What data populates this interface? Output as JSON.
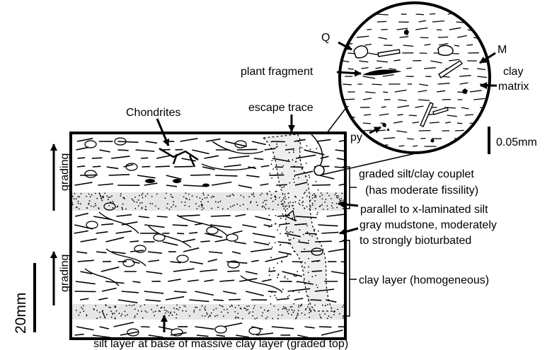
{
  "labels": {
    "q": "Q",
    "m": "M",
    "plant_fragment": "plant fragment",
    "clay_matrix_line1": "clay",
    "clay_matrix_line2": "matrix",
    "escape_trace": "escape trace",
    "chondrites": "Chondrites",
    "py": "py",
    "micro_scale": "0.05mm",
    "grading_upper": "grading",
    "grading_lower": "grading",
    "graded_couplet": "graded silt/clay couplet",
    "fissility": "(has moderate fissility)",
    "parallel_silt": "parallel to x-laminated silt",
    "mudstone_line1": "gray mudstone, moderately",
    "mudstone_line2": "to strongly bioturbated",
    "clay_layer": "clay layer (homogeneous)",
    "silt_base": "silt layer at base of massive clay layer (graded top)",
    "macro_scale": "20mm"
  },
  "colors": {
    "ink": "#000000",
    "paper": "#ffffff"
  }
}
